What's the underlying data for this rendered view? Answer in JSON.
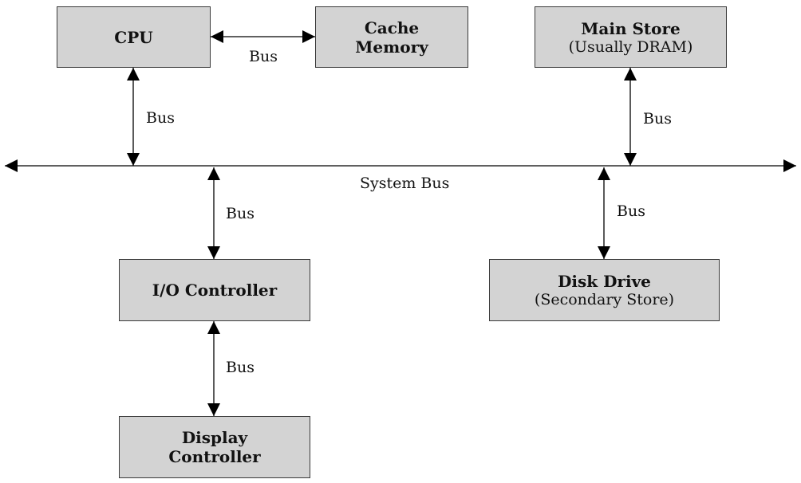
{
  "nodes": {
    "cpu": {
      "title": "CPU"
    },
    "cache": {
      "title_line1": "Cache",
      "title_line2": "Memory"
    },
    "main_store": {
      "title": "Main Store",
      "subtitle": "(Usually DRAM)"
    },
    "io_controller": {
      "title": "I/O Controller"
    },
    "disk_drive": {
      "title": "Disk Drive",
      "subtitle": "(Secondary Store)"
    },
    "display_controller": {
      "title_line1": "Display",
      "title_line2": "Controller"
    }
  },
  "edges": {
    "system_bus": "System Bus",
    "cpu_cache": "Bus",
    "cpu_system": "Bus",
    "main_store_system": "Bus",
    "io_system": "Bus",
    "disk_system": "Bus",
    "io_display": "Bus"
  },
  "colors": {
    "box_fill": "#d3d3d3",
    "line": "#000000"
  }
}
